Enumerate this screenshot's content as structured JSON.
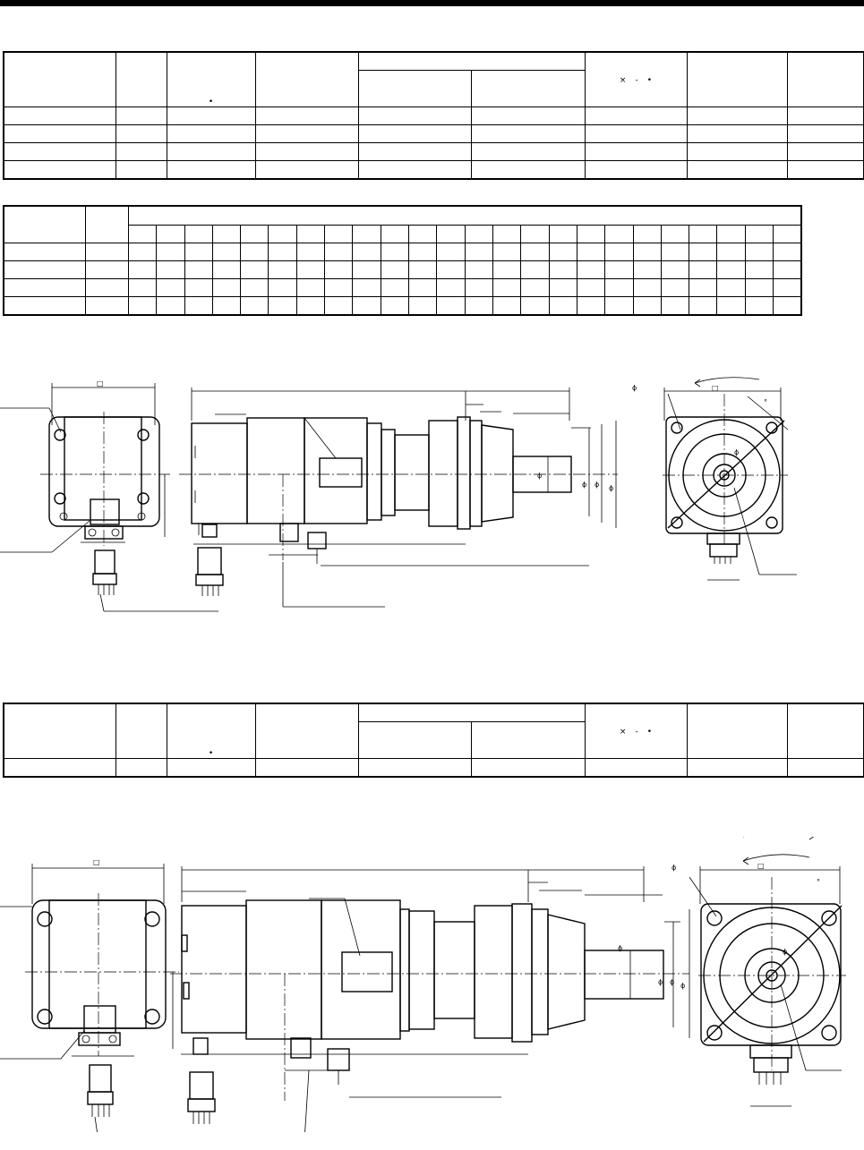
{
  "page": {
    "sections": [
      {
        "id": "upper",
        "spec_table_rows": 4,
        "variant_table_rows": 4,
        "drawing": "motor-with-reducer-a"
      },
      {
        "id": "lower",
        "spec_table_rows": 1,
        "drawing": "motor-with-reducer-b"
      }
    ]
  },
  "symbols": {
    "square": "□",
    "phi": "ϕ",
    "times": "×",
    "minus": "-",
    "dot": "•",
    "degree": "°"
  }
}
